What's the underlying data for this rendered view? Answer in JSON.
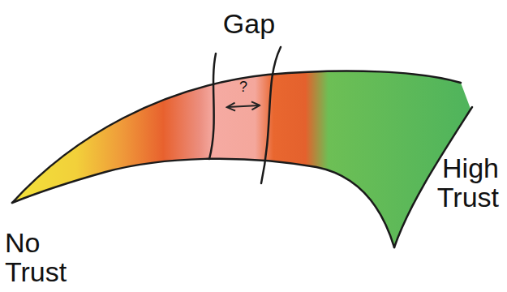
{
  "diagram": {
    "labels": [
      "Gap",
      "?",
      "No Trust",
      "High Trust"
    ]
  }
}
